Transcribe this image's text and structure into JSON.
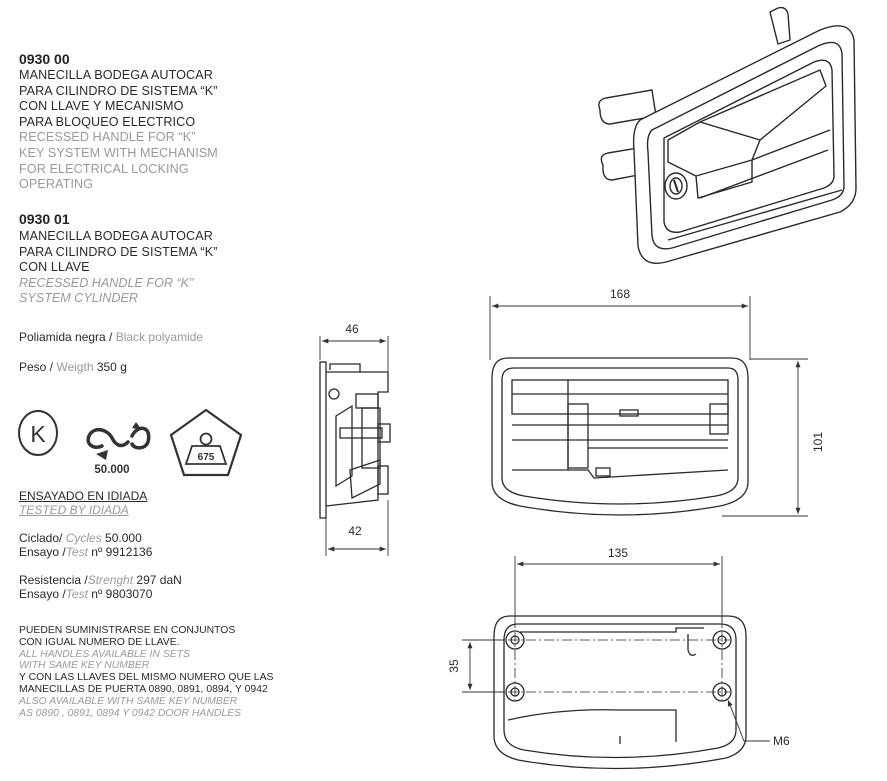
{
  "products": [
    {
      "code": "0930 00",
      "es_lines": [
        "MANECILLA BODEGA AUTOCAR",
        "PARA CILINDRO DE SISTEMA “K”",
        "CON LLAVE Y MECANISMO",
        "PARA BLOQUEO ELECTRICO"
      ],
      "en_lines": [
        "RECESSED HANDLE  FOR  “K”",
        "KEY SYSTEM WITH MECHANISM",
        "FOR ELECTRICAL LOCKING",
        "OPERATING"
      ]
    },
    {
      "code": "0930 01",
      "es_lines": [
        "MANECILLA BODEGA AUTOCAR",
        "PARA CILINDRO DE  SISTEMA “K”",
        "CON LLAVE"
      ],
      "en_lines": [
        "RECESSED HANDLE  FOR “K”",
        "SYSTEM CYLINDER"
      ]
    }
  ],
  "material": {
    "es": "Poliamida negra / ",
    "en": "Black polyamide"
  },
  "weight": {
    "es": "Peso / ",
    "en": "Weigth",
    "value": " 350 g"
  },
  "icons": {
    "k_letter": "K",
    "cycles_label": "50.000",
    "weight_badge": "675"
  },
  "tested": {
    "es": "ENSAYADO EN IDIADA",
    "en": "TESTED BY IDIADA"
  },
  "cycles": {
    "es": "Ciclado/ ",
    "en": "Cycles",
    "value": "  50.000"
  },
  "cycles_test": {
    "es": "Ensayo /",
    "en": "Test",
    "value": " nº 9912136"
  },
  "resistance": {
    "es": "Resistencia /",
    "en": "Strenght",
    "value": "  297 daN"
  },
  "resistance_test": {
    "es": "Ensayo /",
    "en": "Test",
    "value": "  nº 9803070"
  },
  "notes": [
    {
      "lang": "es",
      "text": "PUEDEN SUMINISTRARSE EN CONJUNTOS"
    },
    {
      "lang": "es",
      "text": "CON IGUAL NUMERO DE LLAVE."
    },
    {
      "lang": "en",
      "text": "ALL HANDLES AVAILABLE IN SETS"
    },
    {
      "lang": "en",
      "text": "WITH SAME KEY NUMBER"
    },
    {
      "lang": "es",
      "text": "Y  CON LAS LLAVES DEL MISMO NUMERO QUE LAS"
    },
    {
      "lang": "es",
      "text": "MANECILLAS DE PUERTA 0890, 0891,  0894,  Y 0942"
    },
    {
      "lang": "en",
      "text": "ALSO AVAILABLE WITH SAME KEY NUMBER"
    },
    {
      "lang": "en",
      "text": "AS 0890 , 0891, 0894  Y 0942  DOOR HANDLES"
    }
  ],
  "dimensions": {
    "side_top": "46",
    "side_bottom": "42",
    "front_width": "168",
    "front_height": "101",
    "rear_width": "135",
    "rear_height": "35",
    "thread": "M6"
  },
  "colors": {
    "text": "#2a2a2a",
    "english_text": "#9a9a9a",
    "line": "#333333"
  }
}
